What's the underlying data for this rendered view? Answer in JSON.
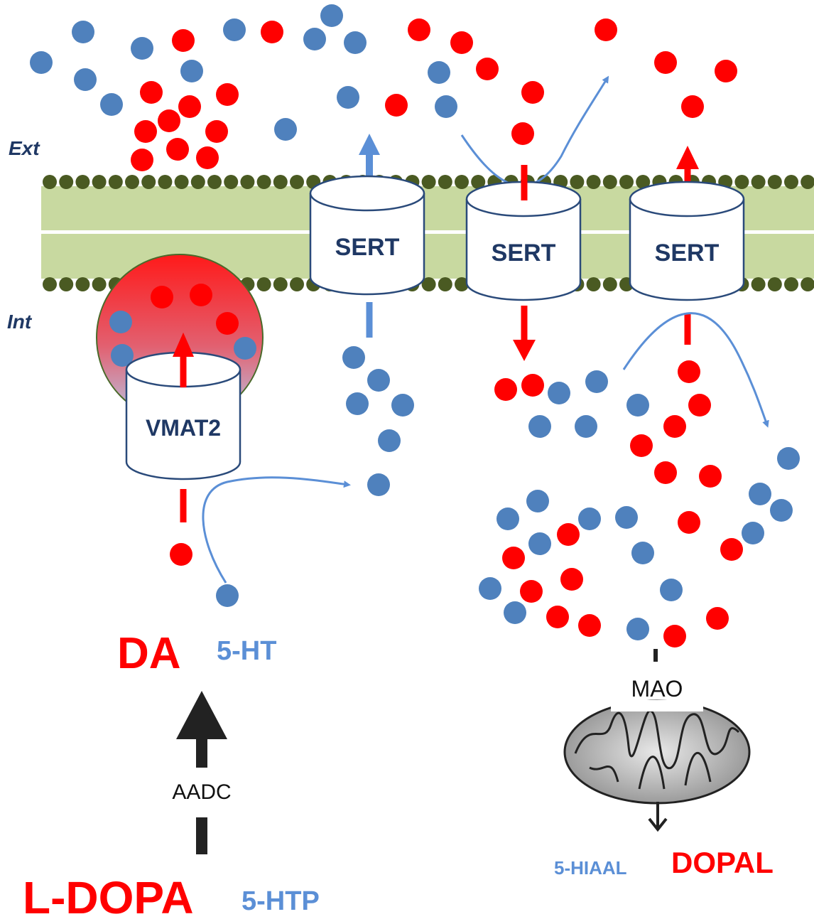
{
  "labels": {
    "ext": "Ext",
    "int": "Int",
    "sert1": "SERT",
    "sert2": "SERT",
    "sert3": "SERT",
    "vmat2": "VMAT2",
    "da": "DA",
    "ht": "5-HT",
    "aadc": "AADC",
    "ldopa": "L-DOPA",
    "htp": "5-HTP",
    "mao": "MAO",
    "hiaal": "5-HIAAL",
    "dopal": "DOPAL"
  },
  "colors": {
    "dopamine": "#ff0000",
    "serotonin": "#4f81bd",
    "membrane_head": "#4a5a22",
    "membrane_lipid": "#c8d9a0",
    "transporter_outline": "#2a4a7a",
    "label_dark": "#1f3864"
  }
}
